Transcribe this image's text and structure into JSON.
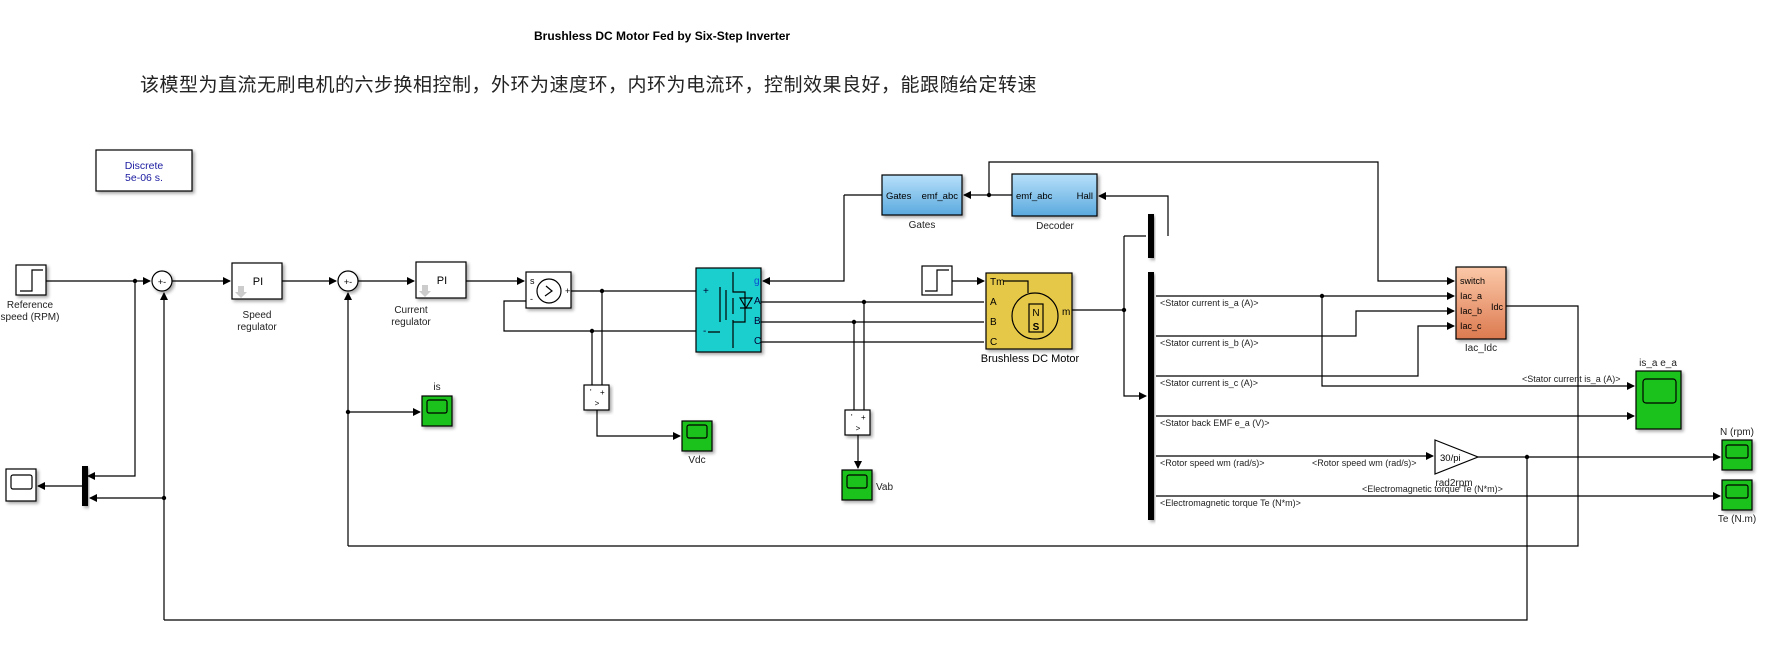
{
  "header": {
    "title": "Brushless DC Motor Fed by Six-Step Inverter",
    "description": "该模型为直流无刷电机的六步换相控制，外环为速度环，内环为电流环，控制效果良好，能跟随给定转速"
  },
  "powergui": {
    "line1": "Discrete",
    "line2": "5e-06 s."
  },
  "blocks": {
    "reference_speed": {
      "label1": "Reference",
      "label2": "speed (RPM)"
    },
    "sum1": {
      "signs": "+-"
    },
    "speed_regulator": {
      "text": "PI",
      "label1": "Speed",
      "label2": "regulator"
    },
    "sum2": {
      "signs": "+-"
    },
    "current_regulator": {
      "text": "PI",
      "label1": "Current",
      "label2": "regulator"
    },
    "dc_source": {
      "port_s": "s",
      "port_plus": "+",
      "port_minus": "-"
    },
    "inverter": {
      "port_plus": "+",
      "port_minus": "-",
      "port_g": "g",
      "port_a": "A",
      "port_b": "B",
      "port_c": "C"
    },
    "gates": {
      "in": "Gates",
      "out": "emf_abc",
      "label": "Gates"
    },
    "decoder": {
      "in": "emf_abc",
      "out": "Hall",
      "label": "Decoder"
    },
    "motor": {
      "tm": "Tm",
      "a": "A",
      "b": "B",
      "c": "C",
      "m": "m",
      "n": "N",
      "s": "S",
      "label": "Brushless DC Motor"
    },
    "iac_idc": {
      "ports": [
        "switch",
        "Iac_a",
        "Iac_b",
        "Iac_c"
      ],
      "out": "Idc",
      "label": "Iac_Idc"
    },
    "vm1": {
      "plus": "+",
      "minus": "'",
      "out": ">"
    },
    "vm2": {
      "plus": "+",
      "minus": "'",
      "out": ">"
    },
    "gain": {
      "value": "30/pi",
      "label": "rad2rpm"
    },
    "scopes": {
      "is": "is",
      "vdc": "Vdc",
      "vab": "Vab",
      "isa_ea": "is_a e_a",
      "n_rpm": "N (rpm)",
      "te": "Te (N.m)"
    }
  },
  "signals": {
    "is_a": "<Stator current is_a (A)>",
    "is_b": "<Stator current is_b (A)>",
    "is_c": "<Stator current is_c (A)>",
    "emf_a": "<Stator back EMF e_a (V)>",
    "wm": "<Rotor speed wm (rad/s)>",
    "wm2": "<Rotor speed wm (rad/s)>",
    "te": "<Electromagnetic torque Te (N*m)>",
    "te2": "<Electromagnetic torque Te (N*m)>",
    "is_a2": "<Stator current is_a (A)>"
  },
  "colors": {
    "scope_green": "#1ec21e",
    "inverter_cyan": "#1fcfcf",
    "motor_yellow": "#e6c84a",
    "subsys_blue": "#7ec0ec",
    "iac_orange": "#f0a07a"
  }
}
